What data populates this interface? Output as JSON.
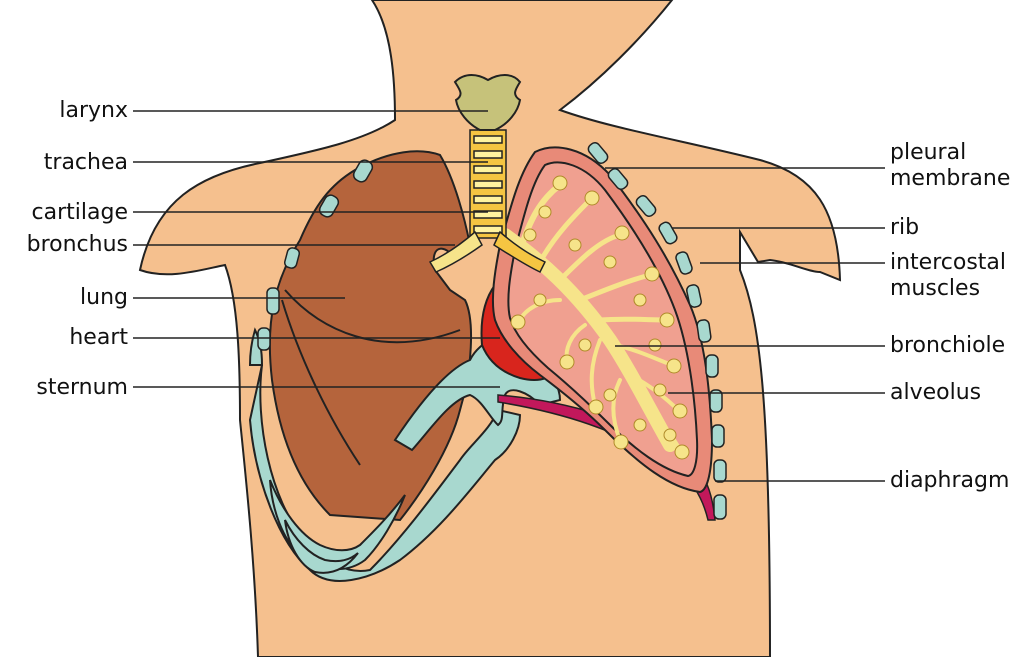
{
  "diagram": {
    "left_labels": [
      {
        "id": "larynx",
        "text": "larynx"
      },
      {
        "id": "trachea",
        "text": "trachea"
      },
      {
        "id": "cartilage",
        "text": "cartilage"
      },
      {
        "id": "bronchus",
        "text": "bronchus"
      },
      {
        "id": "lung",
        "text": "lung"
      },
      {
        "id": "heart",
        "text": "heart"
      },
      {
        "id": "sternum",
        "text": "sternum"
      }
    ],
    "right_labels": [
      {
        "id": "pleural-membrane",
        "line1": "pleural",
        "line2": "membrane"
      },
      {
        "id": "rib",
        "line1": "rib",
        "line2": ""
      },
      {
        "id": "intercostal-muscles",
        "line1": "intercostal",
        "line2": "muscles"
      },
      {
        "id": "bronchiole",
        "line1": "bronchiole",
        "line2": ""
      },
      {
        "id": "alveolus",
        "line1": "alveolus",
        "line2": ""
      },
      {
        "id": "diaphragm",
        "line1": "diaphragm",
        "line2": ""
      }
    ],
    "colors": {
      "skin": "#f5c08e",
      "lung_left": "#b5643c",
      "lung_right_inner": "#f0a090",
      "pleura": "#e88a78",
      "heart": "#d8251d",
      "trachea_yellow": "#f5c542",
      "airway_light": "#fff3a0",
      "rib": "#a8d8cf",
      "larynx": "#c6c27a",
      "diaphragm": "#c2185b",
      "outline": "#222222"
    }
  }
}
